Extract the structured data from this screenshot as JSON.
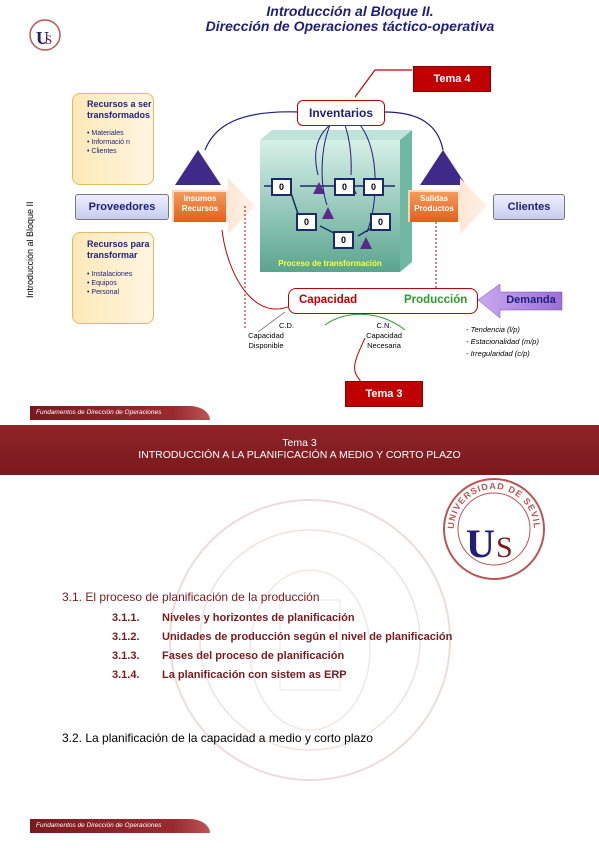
{
  "slide1": {
    "title_line1": "Introducción al Bloque II.",
    "title_line2": "Dirección de Operaciones táctico-operativa",
    "side_label": "Introducción al Bloque II",
    "tema4": "Tema 4",
    "tema3": "Tema 3",
    "recursos_transformados": {
      "title_line1": "Recursos a ser",
      "title_line2": "transformados",
      "items": [
        "• Materiales",
        "• Informació n",
        "• Clientes"
      ]
    },
    "recursos_transformar": {
      "title_line1": "Recursos para",
      "title_line2": "transformar",
      "items": [
        "• Instalaciones",
        "• Equipos",
        "• Personal"
      ]
    },
    "proveedores": "Proveedores",
    "insumos_line1": "Insumos",
    "insumos_line2": "Recursos",
    "inventarios": "Inventarios",
    "proceso": "Proceso de transformación",
    "salidas_line1": "Salidas",
    "salidas_line2": "Productos",
    "clientes": "Clientes",
    "capacidad": "Capacidad",
    "produccion": "Producción",
    "demanda": "Demanda",
    "cd": "C.D.",
    "capacidad_disponible_line1": "Capacidad",
    "capacidad_disponible_line2": "Disponible",
    "cn": "C.N.",
    "capacidad_necesaria_line1": "Capacidad",
    "capacidad_necesaria_line2": "Necesaria",
    "demanda_items": [
      "- Tendencia (l/p)",
      "- Estacionalidad (m/p)",
      "- Irregularidad (c/p)"
    ],
    "zero": "0",
    "footer": "Fundamentos de Dirección de Operaciones"
  },
  "slide2": {
    "banner_line1": "Tema 3",
    "banner_line2": "INTRODUCCIÓN A LA PLANIFICACIÓN A MEDIO Y CORTO PLAZO",
    "logo_text": "UNIVERSIDAD DE SEVILLA",
    "toc": {
      "s31": "3.1. El proceso de planificación de la producción",
      "subs": [
        {
          "num": "3.1.1.",
          "text": "Niveles y horizontes de planificación"
        },
        {
          "num": "3.1.2.",
          "text": "Unidades de producción según el nivel de planificación"
        },
        {
          "num": "3.1.3.",
          "text": "Fases del proceso de planificación"
        },
        {
          "num": "3.1.4.",
          "text": "La planificación con sistem as ERP"
        }
      ],
      "s32": "3.2. La planificación de la capacidad a medio y corto plazo"
    },
    "footer": "Fundamentos de Dirección de Operaciones"
  },
  "colors": {
    "brand_red": "#7a1a1e",
    "navy": "#1f1f7a",
    "accent_red": "#c00000",
    "green": "#2e9a2e"
  }
}
